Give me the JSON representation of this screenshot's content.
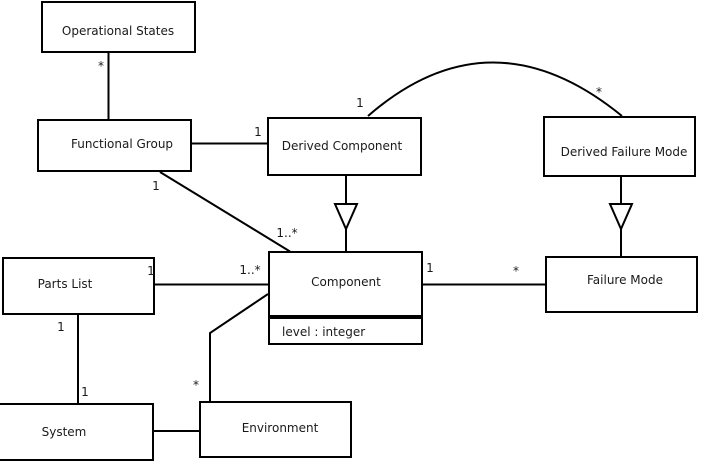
{
  "diagram": {
    "type": "uml-class-diagram",
    "classes": [
      {
        "id": "operational-states",
        "label": "Operational States"
      },
      {
        "id": "functional-group",
        "label": "Functional Group"
      },
      {
        "id": "derived-component",
        "label": "Derived Component"
      },
      {
        "id": "derived-failure-mode",
        "label": "Derived Failure Mode"
      },
      {
        "id": "component",
        "label": "Component",
        "attribute": "level : integer"
      },
      {
        "id": "failure-mode",
        "label": "Failure Mode"
      },
      {
        "id": "parts-list",
        "label": "Parts List"
      },
      {
        "id": "system",
        "label": "System"
      },
      {
        "id": "environment",
        "label": "Environment"
      }
    ],
    "multiplicities": [
      {
        "id": "fg-os-at-os",
        "text": "*"
      },
      {
        "id": "fg-dc-at-dc",
        "text": "1"
      },
      {
        "id": "dc-dfm-arc-at-dc",
        "text": "1"
      },
      {
        "id": "dc-dfm-arc-at-dfm",
        "text": "*"
      },
      {
        "id": "fg-comp-at-fg",
        "text": "1"
      },
      {
        "id": "fg-comp-at-comp",
        "text": "1..*"
      },
      {
        "id": "pl-comp-at-pl",
        "text": "1"
      },
      {
        "id": "pl-comp-at-comp",
        "text": "1..*"
      },
      {
        "id": "pl-sys-at-pl",
        "text": "1"
      },
      {
        "id": "pl-sys-at-sys",
        "text": "1"
      },
      {
        "id": "env-comp-at-env",
        "text": "*"
      },
      {
        "id": "comp-fm-at-comp",
        "text": "1"
      },
      {
        "id": "comp-fm-at-fm",
        "text": "*"
      }
    ],
    "colors": {
      "stroke": "#000000",
      "background": "#ffffff",
      "text": "#1a1a1a"
    }
  }
}
